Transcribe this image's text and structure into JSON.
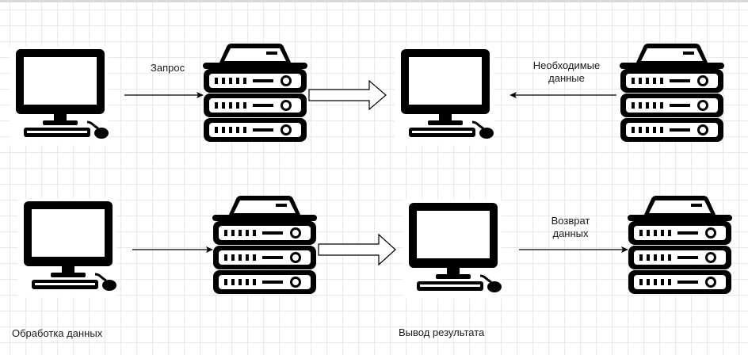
{
  "labels": {
    "request": "Запрос",
    "required_data": "Необходимые\nданные",
    "return_data": "Возврат\nданных",
    "processing": "Обработка данных",
    "output": "Вывод результата"
  },
  "colors": {
    "stroke": "#000000",
    "fill": "#ffffff",
    "background": "#ffffff"
  },
  "icons": {
    "computer": "computer-icon",
    "server": "server-icon"
  }
}
